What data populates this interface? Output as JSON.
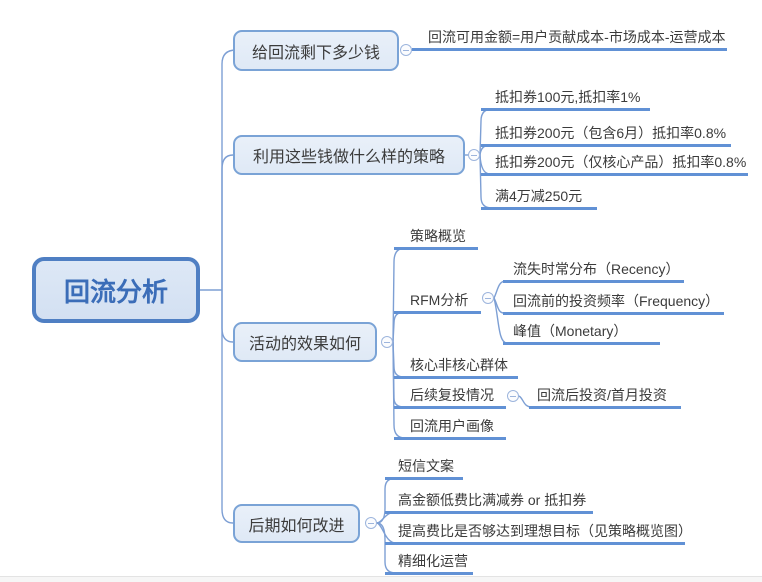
{
  "root": {
    "label": "回流分析"
  },
  "branches": [
    {
      "label": "给回流剩下多少钱",
      "children": [
        {
          "label": "回流可用金额=用户贡献成本-市场成本-运营成本"
        }
      ]
    },
    {
      "label": "利用这些钱做什么样的策略",
      "children": [
        {
          "label": "抵扣券100元,抵扣率1%"
        },
        {
          "label": "抵扣券200元（包含6月）抵扣率0.8%"
        },
        {
          "label": "抵扣券200元（仅核心产品）抵扣率0.8%"
        },
        {
          "label": "满4万减250元"
        }
      ]
    },
    {
      "label": "活动的效果如何",
      "children": [
        {
          "label": "策略概览"
        },
        {
          "label": "RFM分析",
          "children": [
            {
              "label": "流失时常分布（Recency）"
            },
            {
              "label": "回流前的投资频率（Frequency）"
            },
            {
              "label": "峰值（Monetary）"
            }
          ]
        },
        {
          "label": "核心非核心群体"
        },
        {
          "label": "后续复投情况",
          "children": [
            {
              "label": "回流后投资/首月投资"
            }
          ]
        },
        {
          "label": "回流用户画像"
        }
      ]
    },
    {
      "label": "后期如何改进",
      "children": [
        {
          "label": "短信文案"
        },
        {
          "label": "高金额低费比满减券 or 抵扣券"
        },
        {
          "label": "提高费比是否够达到理想目标（见策略概览图）"
        },
        {
          "label": "精细化运营"
        }
      ]
    }
  ],
  "colors": {
    "line": "#6191d5",
    "thin_line": "#7d9fd4",
    "box_fill": "#dfe9f6",
    "box_border": "#7aa3d6",
    "root_fill": "#d3e0f2",
    "root_border": "#4f7fc3",
    "root_text": "#3b6db8",
    "text": "#3b3b3b"
  },
  "icons": {
    "collapse": "minus-circle"
  }
}
